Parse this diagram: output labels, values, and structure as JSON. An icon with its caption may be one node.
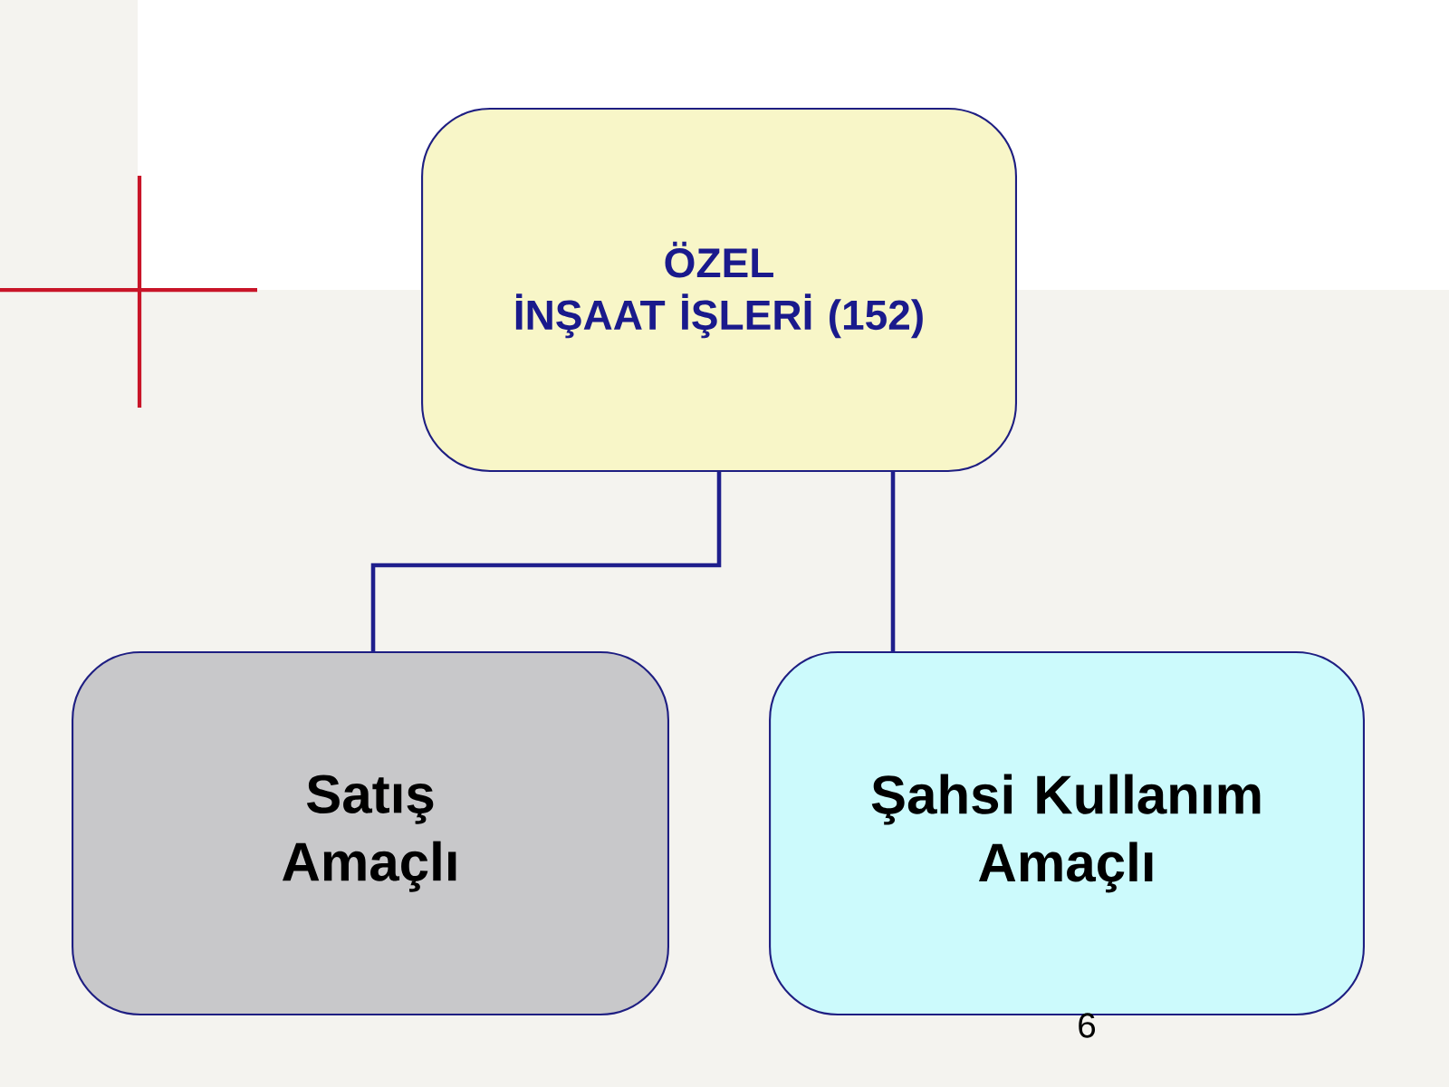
{
  "diagram": {
    "nodes": [
      {
        "text": [
          "ÖZEL İNŞAAT İŞLERİ (152)"
        ]
      },
      {
        "text": [
          "Satış Amaçlı"
        ]
      },
      {
        "text": [
          "Şahsi Kullanım Amaçlı"
        ]
      }
    ],
    "edges": [
      {
        "from": 0,
        "to": 1,
        "arrow": "none"
      },
      {
        "from": 0,
        "to": 2,
        "arrow": "none"
      }
    ],
    "labels": [
      "6"
    ]
  }
}
